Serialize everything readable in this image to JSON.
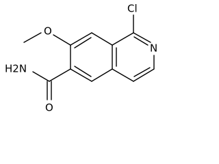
{
  "molecule": {
    "atoms": {
      "chlorine": "Cl",
      "ring_nitrogen": "N",
      "methoxy_oxygen": "O",
      "amide_nitrogen": "H2N",
      "carbonyl_oxygen": "O"
    }
  }
}
